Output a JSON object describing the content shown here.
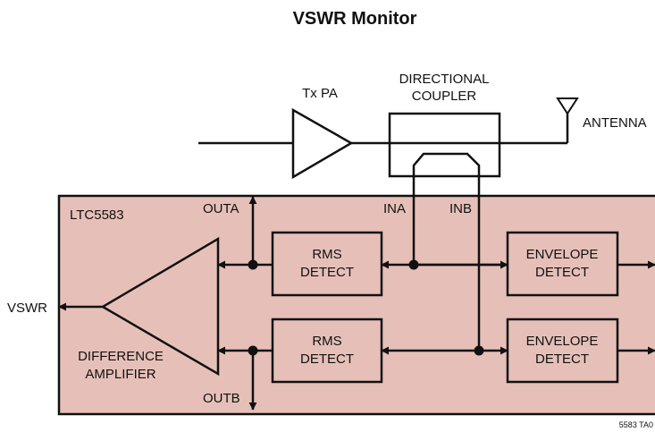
{
  "title": "VSWR Monitor",
  "labels": {
    "tx_pa": "Tx PA",
    "coupler_line1": "DIRECTIONAL",
    "coupler_line2": "COUPLER",
    "antenna": "ANTENNA",
    "chip": "LTC5583",
    "outa": "OUTA",
    "outb": "OUTB",
    "ina": "INA",
    "inb": "INB",
    "rms_line1": "RMS",
    "rms_line2": "DETECT",
    "env_line1": "ENVELOPE",
    "env_line2": "DETECT",
    "diff_line1": "DIFFERENCE",
    "diff_line2": "AMPLIFIER",
    "vswr": "VSWR",
    "figure_id": "5583 TA0"
  },
  "colors": {
    "chip_fill": "#e6c0b8",
    "block_fill": "#e6c0b8",
    "line": "#111111",
    "background": "#ffffff"
  }
}
